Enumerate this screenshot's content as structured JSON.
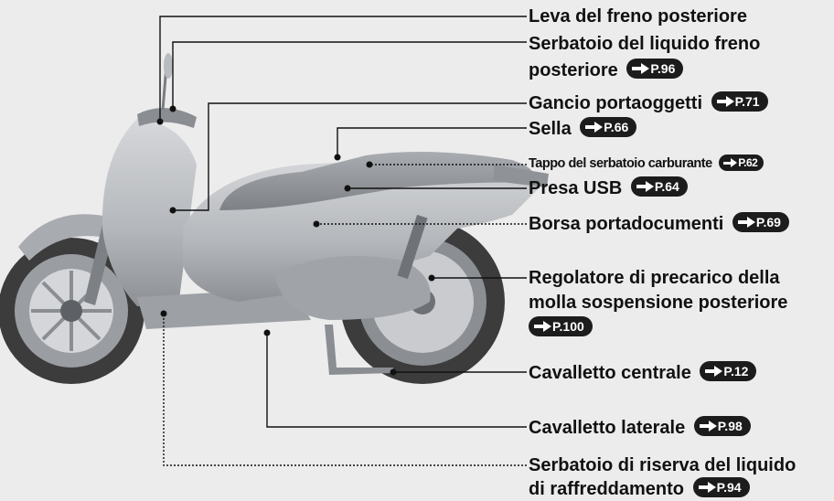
{
  "labels": [
    {
      "id": "leva-freno",
      "text": "Leva del freno posteriore",
      "ref": ""
    },
    {
      "id": "serbatoio-freno-1",
      "text": "Serbatoio del liquido freno",
      "ref": ""
    },
    {
      "id": "serbatoio-freno-2",
      "text": "posteriore",
      "ref": "P.96"
    },
    {
      "id": "gancio",
      "text": "Gancio portaoggetti",
      "ref": "P.71"
    },
    {
      "id": "sella",
      "text": "Sella",
      "ref": "P.66"
    },
    {
      "id": "tappo",
      "text": "Tappo del serbatoio carburante",
      "ref": "P.62"
    },
    {
      "id": "presa-usb",
      "text": "Presa USB",
      "ref": "P.64"
    },
    {
      "id": "borsa",
      "text": "Borsa portadocumenti",
      "ref": "P.69"
    },
    {
      "id": "regolatore-1",
      "text": "Regolatore di precarico della",
      "ref": ""
    },
    {
      "id": "regolatore-2",
      "text": "molla sospensione posteriore",
      "ref": ""
    },
    {
      "id": "regolatore-3",
      "text": "",
      "ref": "P.100"
    },
    {
      "id": "cav-centrale",
      "text": "Cavalletto centrale",
      "ref": "P.12"
    },
    {
      "id": "cav-laterale",
      "text": "Cavalletto laterale",
      "ref": "P.98"
    },
    {
      "id": "serb-riserva-1",
      "text": "Serbatoio di riserva del liquido",
      "ref": ""
    },
    {
      "id": "serb-riserva-2",
      "text": "di raffreddamento",
      "ref": "P.94"
    }
  ],
  "colors": {
    "background": "#ececec",
    "text": "#111111",
    "pill": "#1c1c1c",
    "scooter_body": "#b9bcc0",
    "tyre": "#3a3a3a"
  },
  "icons": {
    "reference_arrow": "right-arrow-icon"
  }
}
